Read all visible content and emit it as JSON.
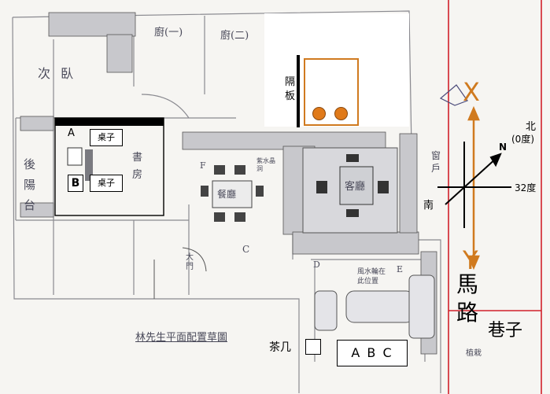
{
  "rooms": {
    "bedroom": "次 臥",
    "kitchen1": "廚(一)",
    "kitchen2": "廚(二)",
    "back_balcony": "後陽台",
    "study": "書房",
    "dining": "餐廳",
    "living_room": "客廳",
    "window": "窗戶",
    "lobby_gate": "大門"
  },
  "labels": {
    "partition": "隔板",
    "desk": "桌子",
    "desk_a": "A",
    "desk_b": "B",
    "table_f": "F",
    "door_c": "C",
    "door_d": "D",
    "door_e": "E",
    "sofa_abc": "A B C",
    "coffee_table": "茶几",
    "street": "馬路",
    "alley": "巷子",
    "x_marker": "X",
    "y_marker": "Y",
    "plan_title": "林先生平面配置草圖",
    "feng_shui_note": "風水輪在此位置",
    "desk_small_note": "紫水晶洞",
    "rear_note": "植栽"
  },
  "compass": {
    "north": "北",
    "north_sub": "(0度)",
    "south": "南",
    "degree": "32度",
    "needle": "N"
  },
  "colors": {
    "accent": "#d07a1f",
    "boundary": "#d0202a",
    "ink": "#000000"
  }
}
